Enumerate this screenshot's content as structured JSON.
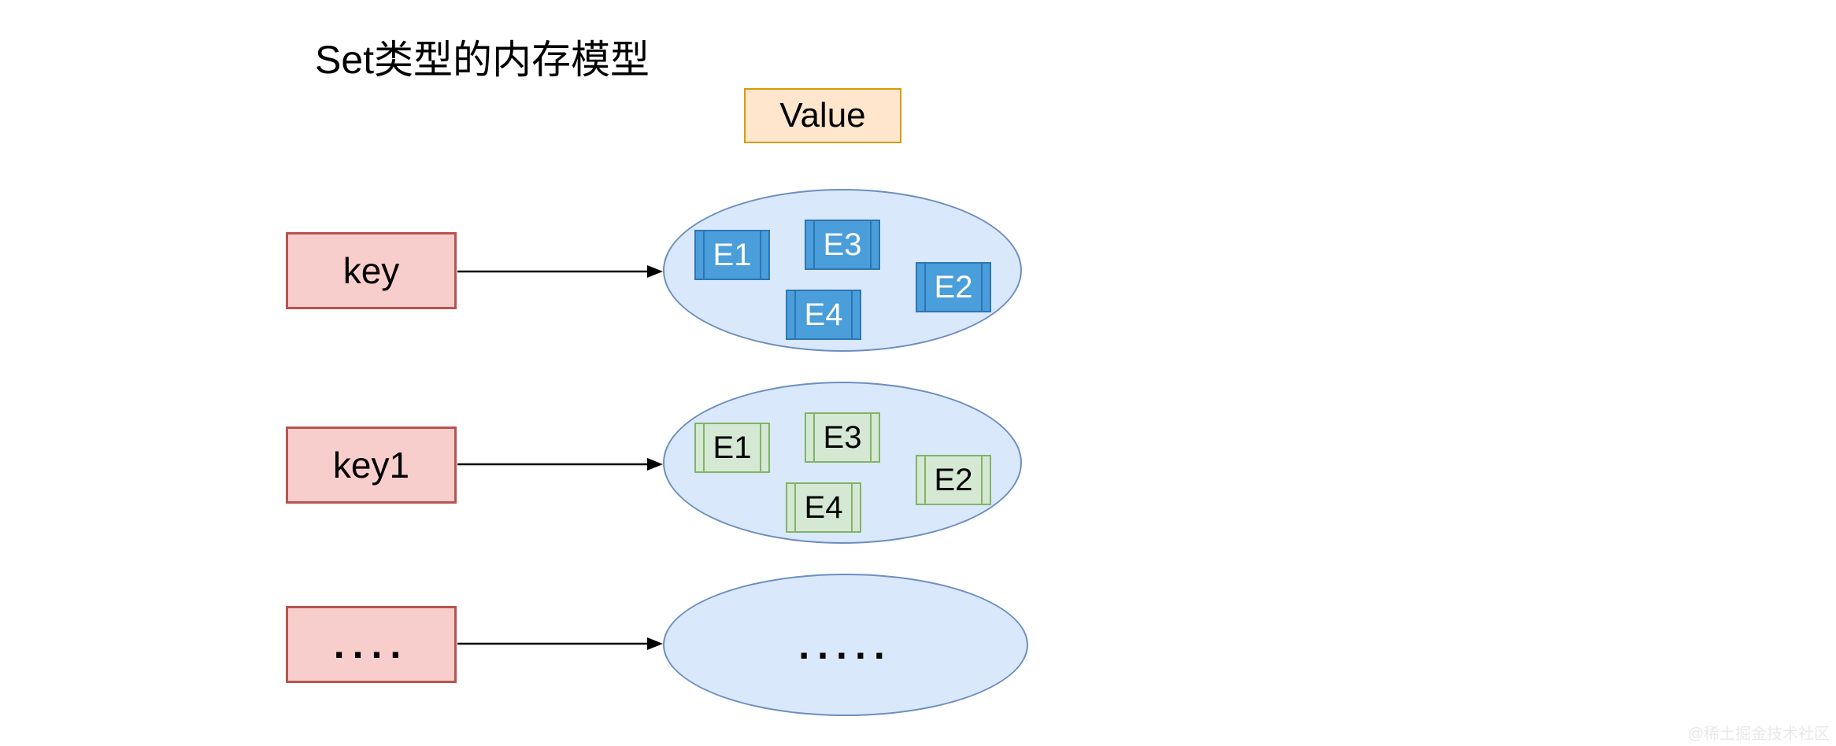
{
  "title": "Set类型的内存模型",
  "value_box": {
    "label": "Value"
  },
  "rows": [
    {
      "key_label": "key",
      "set": {
        "variant": "blue",
        "elements": [
          {
            "label": "E1"
          },
          {
            "label": "E3"
          },
          {
            "label": "E4"
          },
          {
            "label": "E2"
          }
        ]
      }
    },
    {
      "key_label": "key1",
      "set": {
        "variant": "green",
        "elements": [
          {
            "label": "E1"
          },
          {
            "label": "E3"
          },
          {
            "label": "E4"
          },
          {
            "label": "E2"
          }
        ]
      }
    },
    {
      "key_label": "....",
      "set": {
        "variant": "empty",
        "placeholder": "....."
      }
    }
  ],
  "watermark": "@稀土掘金技术社区",
  "colors": {
    "key_fill": "#F8CECC",
    "key_stroke": "#B85450",
    "value_fill": "#FFE6CC",
    "value_stroke": "#D79B00",
    "ellipse_fill": "#DAE8FC",
    "ellipse_stroke": "#6C8EBF",
    "element_blue_fill": "#4A9ED9",
    "element_blue_stroke": "#2E75B5",
    "element_green_fill": "#D5E8D4",
    "element_green_stroke": "#82B366",
    "arrow": "#000000",
    "watermark_text": "#E9E9E9"
  }
}
